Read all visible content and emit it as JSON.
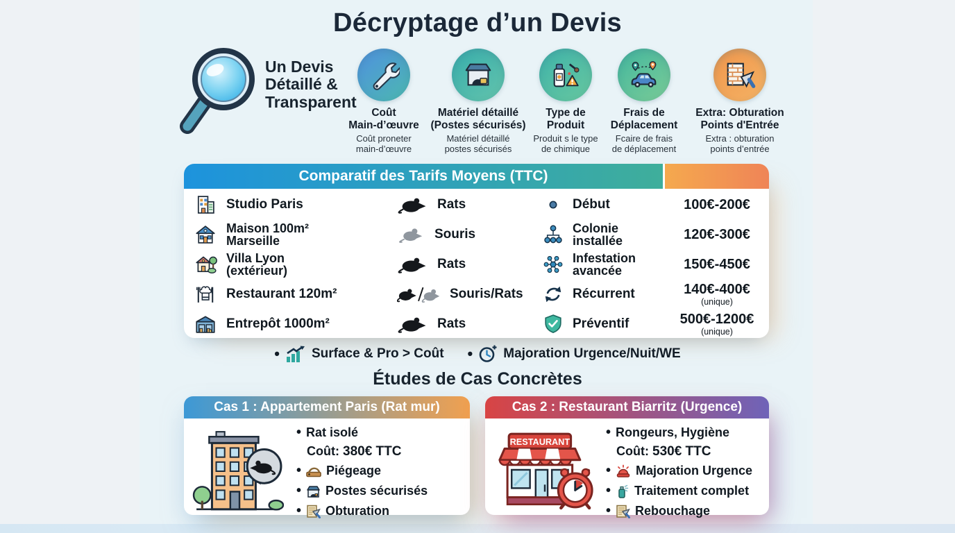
{
  "colors": {
    "header_blue": "#1d93dd",
    "header_teal": "#3fae9b",
    "price_orange_a": "#f5a94e",
    "price_orange_b": "#ef8457",
    "case1_grad_a": "#3d99d6",
    "case1_grad_b": "#f0a050",
    "case2_grad_a": "#d84444",
    "case2_grad_b": "#6f63b8"
  },
  "title": "Décryptage d’un Devis",
  "intro": {
    "heading": "Un Devis\nDétaillé &\nTransparent",
    "icon": "magnifier-icon"
  },
  "features": [
    {
      "icon": "wrench-icon",
      "title": "Coût\nMain-d’œuvre",
      "subtitle": "Coût proneter\nmain-d’œuvre"
    },
    {
      "icon": "bait-station-icon",
      "title": "Matériel détaillé\n(Postes sécurisés)",
      "subtitle": "Matériel détaillé\npostes sécurisés"
    },
    {
      "icon": "chemical-product-icon",
      "title": "Type de\nProduit",
      "subtitle": "Produit s le type\nde chimique"
    },
    {
      "icon": "car-travel-icon",
      "title": "Frais de\nDéplacement",
      "subtitle": "Fcaire de frais\nde déplacement"
    },
    {
      "icon": "wall-sealing-icon",
      "title": "Extra: Obturation\nPoints d'Entrée",
      "subtitle": "Extra : obturation\npoints d’entrée"
    }
  ],
  "table": {
    "title": "Comparatif des Tarifs Moyens (TTC)",
    "rows": [
      {
        "location": "Studio Paris",
        "location_icon": "studio-building-icon",
        "pest": "Rats",
        "pest_icon": "rat-icon",
        "stage": "Début",
        "stage_icon": "dot-icon",
        "price": "100€-200€",
        "price_note": ""
      },
      {
        "location": "Maison 100m²\nMarseille",
        "location_icon": "house-icon",
        "pest": "Souris",
        "pest_icon": "mouse-icon",
        "stage": "Colonie\ninstallée",
        "stage_icon": "colony-icon",
        "price": "120€-300€",
        "price_note": ""
      },
      {
        "location": "Villa Lyon\n(extérieur)",
        "location_icon": "villa-icon",
        "pest": "Rats",
        "pest_icon": "rat-icon",
        "stage": "Infestation\navancée",
        "stage_icon": "infestation-icon",
        "price": "150€-450€",
        "price_note": ""
      },
      {
        "location": "Restaurant 120m²",
        "location_icon": "chef-restaurant-icon",
        "pest": "Souris/Rats",
        "pest_icon": "rat-mouse-icon",
        "stage": "Récurrent",
        "stage_icon": "recurring-icon",
        "price": "140€-400€",
        "price_note": "(unique)"
      },
      {
        "location": "Entrepôt 1000m²",
        "location_icon": "warehouse-icon",
        "pest": "Rats",
        "pest_icon": "rat-icon",
        "stage": "Préventif",
        "stage_icon": "shield-check-icon",
        "price": "500€-1200€",
        "price_note": "(unique)"
      }
    ]
  },
  "notes": [
    {
      "icon": "growth-chart-icon",
      "text": "Surface & Pro > Coût"
    },
    {
      "icon": "clock-plus-icon",
      "text": "Majoration Urgence/Nuit/WE"
    }
  ],
  "case_studies": {
    "heading": "Études de Cas Concrètes",
    "case1": {
      "title": "Cas 1 : Appartement Paris (Rat mur)",
      "illustration": "apartment-rat-illustration",
      "situation": "Rat isolé",
      "cost_label": "Coût:",
      "cost_value": "380€ TTC",
      "bullets": [
        {
          "icon": "trap-icon",
          "text": "Piégeage"
        },
        {
          "icon": "secured-station-icon",
          "text": "Postes sécurisés"
        },
        {
          "icon": "sealing-doc-icon",
          "text": "Obturation"
        }
      ]
    },
    "case2": {
      "title": "Cas 2 : Restaurant Biarritz (Urgence)",
      "illustration": "restaurant-clock-illustration",
      "sign": "RESTAURANT",
      "situation": "Rongeurs, Hygiène",
      "cost_label": "Coût:",
      "cost_value": "530€ TTC",
      "bullets": [
        {
          "icon": "siren-icon",
          "text": "Majoration Urgence"
        },
        {
          "icon": "spray-icon",
          "text": "Traitement complet"
        },
        {
          "icon": "sealing-doc-icon",
          "text": "Rebouchage"
        }
      ]
    }
  }
}
